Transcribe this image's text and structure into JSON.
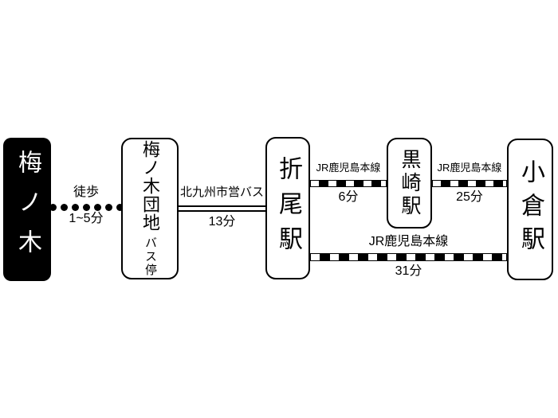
{
  "colors": {
    "background": "#ffffff",
    "ink": "#000000",
    "origin_box_bg": "#000000",
    "origin_box_text": "#ffffff",
    "station_box_bg": "#ffffff"
  },
  "nodes": {
    "umenoki": {
      "label": "梅ノ木"
    },
    "danchi": {
      "label": "梅ノ木団地",
      "sublabel": "バス停"
    },
    "orio": {
      "label": "折尾駅"
    },
    "kurosaki": {
      "label": "黒崎駅"
    },
    "kokura": {
      "label": "小倉駅"
    }
  },
  "edges": {
    "walk": {
      "mode": "徒歩",
      "duration": "1~5分",
      "style": "dotted"
    },
    "bus": {
      "line": "北九州市営バス",
      "duration": "13分",
      "style": "double-line"
    },
    "rail_orio_kurosaki": {
      "line": "JR鹿児島本線",
      "duration": "6分",
      "style": "railway"
    },
    "rail_kurosaki_kokura": {
      "line": "JR鹿児島本線",
      "duration": "25分",
      "style": "railway"
    },
    "rail_orio_kokura": {
      "line": "JR鹿児島本線",
      "duration": "31分",
      "style": "railway"
    }
  }
}
